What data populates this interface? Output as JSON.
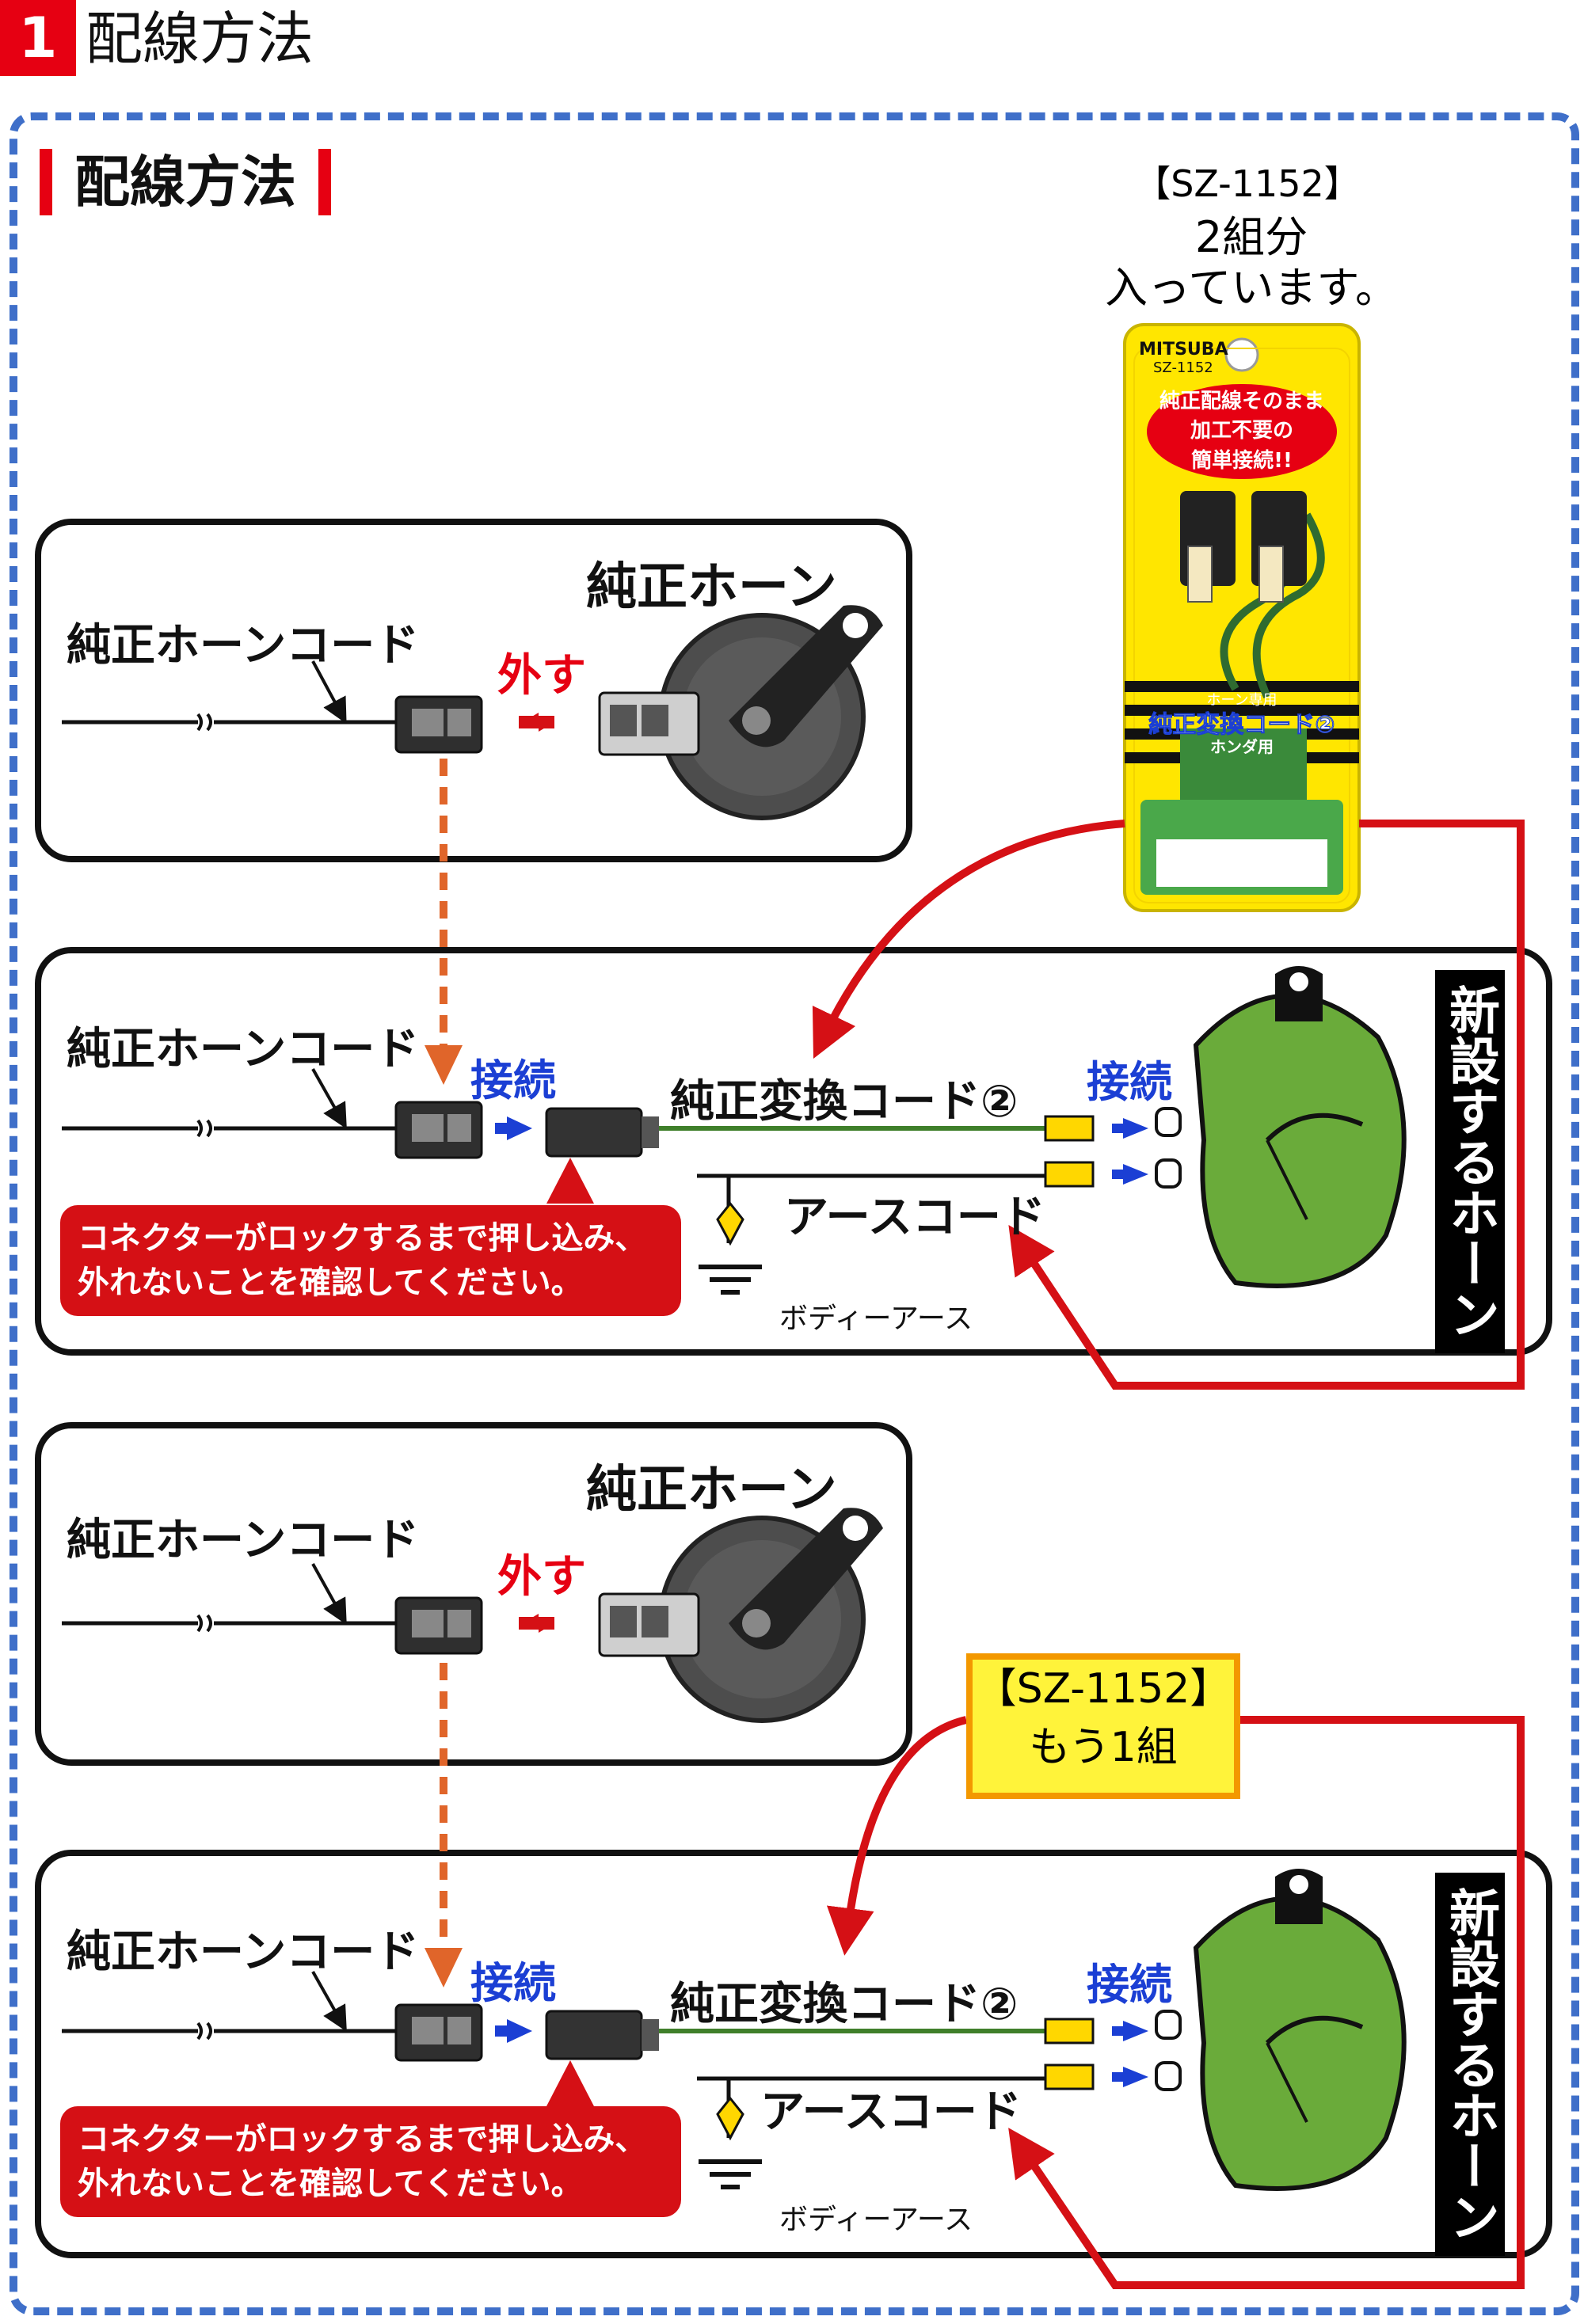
{
  "header": {
    "number": "1",
    "title": "配線方法"
  },
  "section": {
    "title": "配線方法"
  },
  "package": {
    "model": "【SZ-1152】",
    "note_line1": "2組分",
    "note_line2": "入っています。",
    "brand": "MITSUBA",
    "sku": "SZ-1152",
    "tagline1": "純正配線そのまま",
    "tagline2": "加工不要の",
    "tagline3": "簡単接続!!",
    "tag": "ホーン専用",
    "product_name": "純正変換コード②",
    "maker": "ホンダ用"
  },
  "labels": {
    "oem_horn": "純正ホーン",
    "oem_horn_cord": "純正ホーンコード",
    "remove": "外す",
    "connect": "接続",
    "conversion_cord": "純正変換コード②",
    "earth_cord": "アースコード",
    "body_earth": "ボディーアース",
    "new_horn": "新設するホーン",
    "lock_note_line1": "コネクターがロックするまで押し込み、",
    "lock_note_line2": "外れないことを確認してください。"
  },
  "second_set": {
    "model": "【SZ-1152】",
    "note": "もう1組"
  },
  "colors": {
    "red": "#e60012",
    "blue": "#1b3fd4",
    "frame": "#3f6fc9",
    "green_horn": "#6aab3a",
    "orange": "#e0652a"
  }
}
